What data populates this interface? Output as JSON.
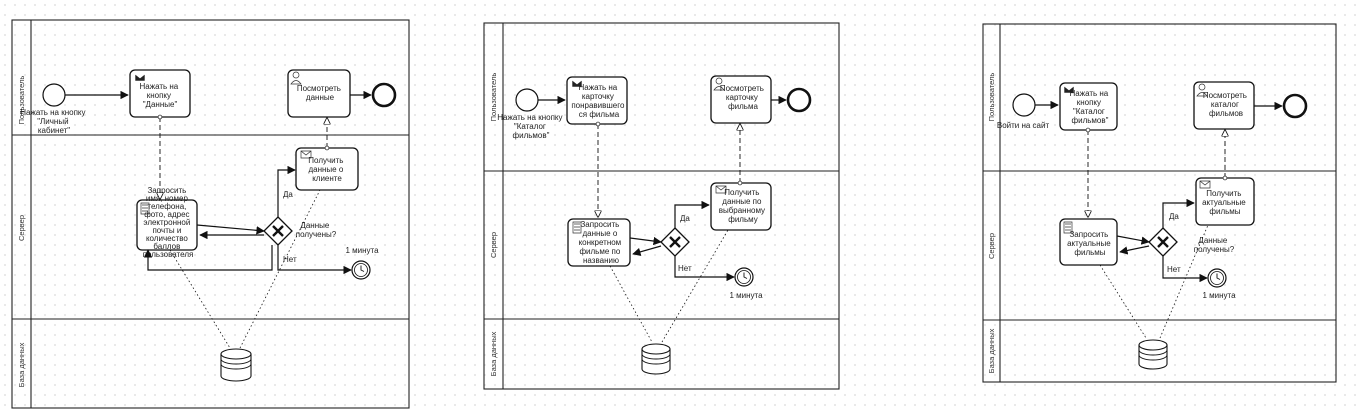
{
  "lanes": {
    "user": "Пользователь",
    "server": "Сервер",
    "db": "База данных"
  },
  "common": {
    "yes": "Да",
    "no": "Нет",
    "timer": "1 минута",
    "data_received": [
      "Данные",
      "получены?"
    ]
  },
  "diagrams": [
    {
      "start_label": [
        "Нажать на кнопку",
        "\"Личный",
        "кабинет\""
      ],
      "click_task": [
        "Нажать на",
        "кнопку",
        "\"Данные\""
      ],
      "view_task": [
        "Посмотреть",
        "данные"
      ],
      "receive_task": [
        "Получить",
        "данные о",
        "клиенте"
      ],
      "request_task": [
        "Запросить",
        "имя, номер",
        "телефона,",
        "фото, адрес",
        "электронной",
        "почты и",
        "количество",
        "баллов",
        "пользователя"
      ]
    },
    {
      "start_label": [
        "Нажать на кнопку",
        "\"Каталог",
        "фильмов\""
      ],
      "click_task": [
        "Нажать на",
        "карточку",
        "понравившего",
        "ся фильма"
      ],
      "view_task": [
        "Посмотреть",
        "карточку",
        "фильма"
      ],
      "receive_task": [
        "Получить",
        "данные по",
        "выбранному",
        "фильму"
      ],
      "request_task": [
        "Запросить",
        "данные о",
        "конкретном",
        "фильме по",
        "названию"
      ]
    },
    {
      "start_label": [
        "Войти на сайт"
      ],
      "click_task": [
        "Нажать на",
        "кнопку",
        "\"Каталог",
        "фильмов\""
      ],
      "view_task": [
        "Посмотреть",
        "каталог",
        "фильмов"
      ],
      "receive_task": [
        "Получить",
        "актуальные",
        "фильмы"
      ],
      "request_task": [
        "Запросить",
        "актуальные",
        "фильмы"
      ]
    }
  ]
}
